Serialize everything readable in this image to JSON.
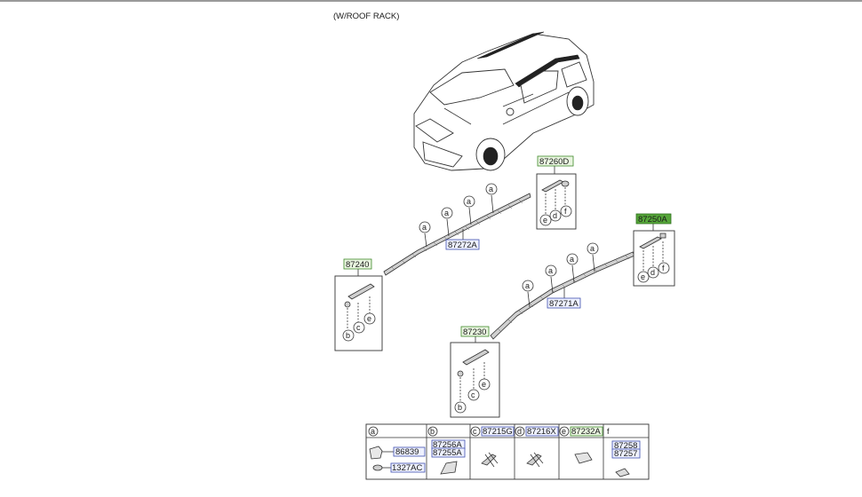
{
  "caption": "(W/ROOF RACK)",
  "callout_letters": {
    "a": "a",
    "b": "b",
    "c": "c",
    "d": "d",
    "e": "e",
    "f": "f"
  },
  "parts": {
    "front_rail": "87272A",
    "rear_rail": "87271A",
    "left_front_cover": "87240",
    "left_rear_cover": "87230",
    "right_front_cover": "87260D",
    "right_rear_cover": "87250A"
  },
  "legend": {
    "columns": [
      {
        "letter": "a",
        "codes": [
          "86839",
          "1327AC"
        ]
      },
      {
        "letter": "b",
        "codes": [
          "87256A",
          "87255A"
        ]
      },
      {
        "letter": "c",
        "codes": [
          "87215G"
        ]
      },
      {
        "letter": "d",
        "codes": [
          "87216X"
        ]
      },
      {
        "letter": "e",
        "codes": [
          "87232A"
        ]
      },
      {
        "letter": "f",
        "codes": [
          "87258",
          "87257"
        ]
      }
    ]
  },
  "colors": {
    "green_tag": "#56a63a",
    "blue_tag": "#4050b0",
    "line": "#333333"
  }
}
